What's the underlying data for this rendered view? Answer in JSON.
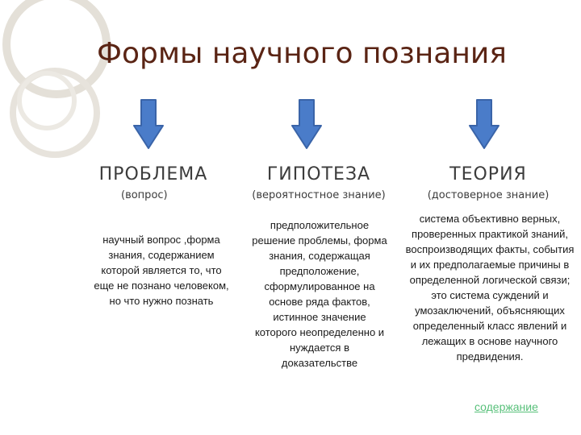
{
  "title": "Формы научного познания",
  "columns": [
    {
      "name": "ПРОБЛЕМА",
      "subtitle": "(вопрос)",
      "description": "научный вопрос ,форма знания, содержанием которой является то, что еще не познано человеком, но что нужно познать"
    },
    {
      "name": "ГИПОТЕЗА",
      "subtitle": "(вероятностное знание)",
      "description": "предположительное решение проблемы, форма знания, содержащая предположение, сформулированное на основе ряда фактов, истинное значение которого неопределенно и нуждается в доказательстве"
    },
    {
      "name": "ТЕОРИЯ",
      "subtitle": "(достоверное знание)",
      "description": "система объективно верных, проверенных практикой знаний, воспроизводящих факты, события и их предполагаемые причины в определенной логической связи; это система суждений и умозаключений, объясняющих определенный класс явлений и лежащих в основе научного предвидения."
    }
  ],
  "footer_link": "содержание",
  "colors": {
    "title": "#5a2414",
    "arrow_fill": "#4a7cc9",
    "arrow_stroke": "#3a64a8",
    "link": "#58c07a",
    "decoration": "#d8d2c8"
  },
  "icons": [
    "arrow-down-icon",
    "circle-decoration"
  ]
}
